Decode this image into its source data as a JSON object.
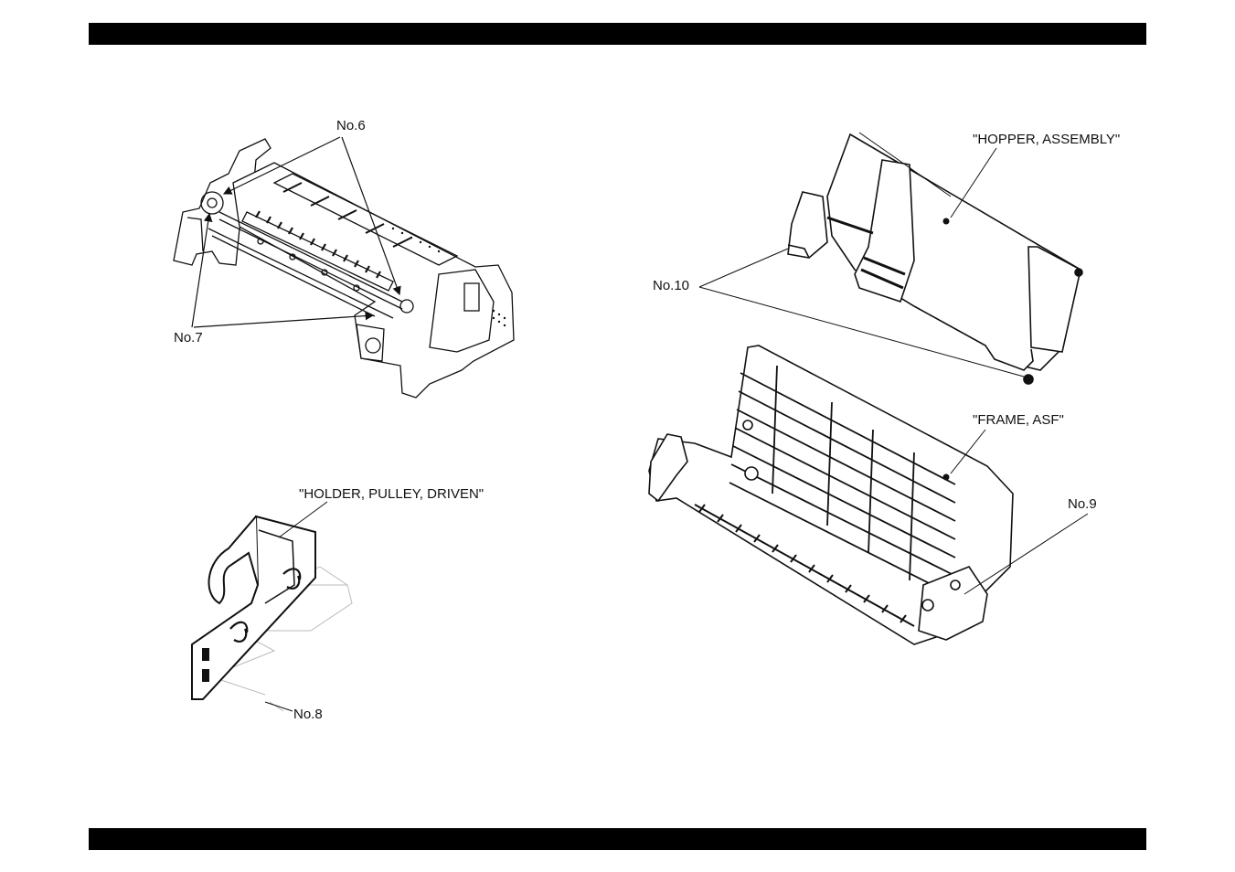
{
  "labels": {
    "no6": "No.6",
    "no7": "No.7",
    "no8": "No.8",
    "no9": "No.9",
    "no10": "No.10",
    "holder": "\"HOLDER, PULLEY, DRIVEN\"",
    "hopper": "\"HOPPER, ASSEMBLY\"",
    "frame": "\"FRAME, ASF\""
  },
  "colors": {
    "bar": "#000000",
    "line": "#111111",
    "paper": "#ffffff"
  }
}
